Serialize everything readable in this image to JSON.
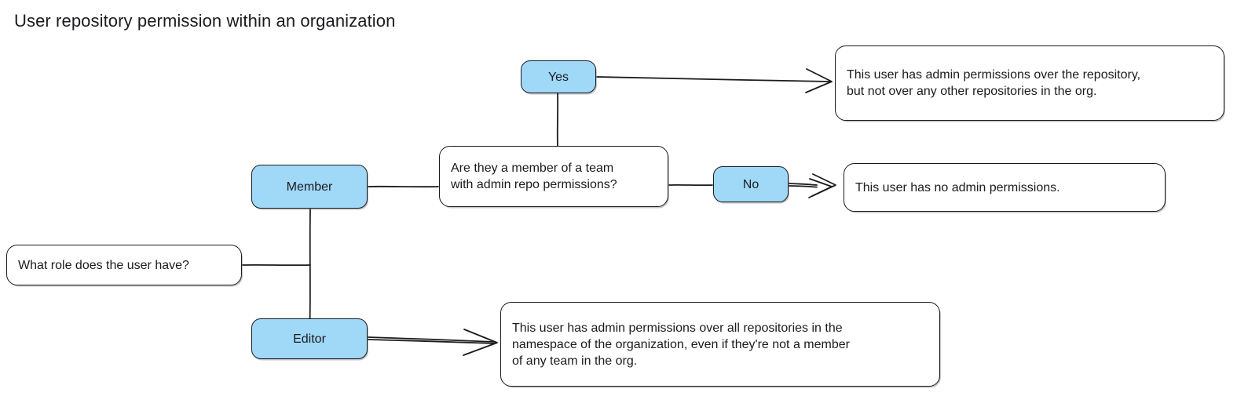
{
  "diagram": {
    "title": "User repository permission within an organization",
    "type": "flowchart",
    "style": "hand-drawn",
    "colors": {
      "role_node_fill": "#a0d8f8",
      "node_stroke": "#1b1b1f",
      "terminal_fill": "#ffffff",
      "background": "#ffffff",
      "text": "#1b1b1f"
    },
    "nodes": {
      "role_question": {
        "label": "What role does the user have?",
        "shape": "rounded-rect",
        "fill": "#ffffff"
      },
      "member": {
        "label": "Member",
        "shape": "rounded-rect",
        "fill": "#a0d8f8"
      },
      "editor": {
        "label": "Editor",
        "shape": "rounded-rect",
        "fill": "#a0d8f8"
      },
      "team_question": {
        "label": "Are they a member of a team\nwith admin repo permissions?",
        "shape": "rounded-rect",
        "fill": "#ffffff"
      },
      "yes": {
        "label": "Yes",
        "shape": "rounded-rect",
        "fill": "#a0d8f8"
      },
      "no": {
        "label": "No",
        "shape": "rounded-rect",
        "fill": "#a0d8f8"
      },
      "yes_outcome": {
        "label": "This user has admin permissions over the repository,\nbut not over any other repositories in the org.",
        "shape": "rounded-rect",
        "fill": "#ffffff"
      },
      "no_outcome": {
        "label": "This user has no admin permissions.",
        "shape": "rounded-rect",
        "fill": "#ffffff"
      },
      "editor_outcome": {
        "label": "This user has admin permissions over all repositories in the\nnamespace of the organization, even if they're not a member\nof any team in the org.",
        "shape": "rounded-rect",
        "fill": "#ffffff"
      }
    },
    "edges": [
      {
        "from": "role_question",
        "to": "role_trunk",
        "label": "",
        "arrow": false
      },
      {
        "from": "role_trunk",
        "to": "member",
        "label": "",
        "arrow": false
      },
      {
        "from": "role_trunk",
        "to": "editor",
        "label": "",
        "arrow": false
      },
      {
        "from": "member",
        "to": "team_question",
        "label": "",
        "arrow": false
      },
      {
        "from": "team_question",
        "to": "yes",
        "label": "",
        "arrow": false
      },
      {
        "from": "team_question",
        "to": "no",
        "label": "",
        "arrow": false
      },
      {
        "from": "yes",
        "to": "yes_outcome",
        "label": "",
        "arrow": true
      },
      {
        "from": "no",
        "to": "no_outcome",
        "label": "",
        "arrow": true
      },
      {
        "from": "editor",
        "to": "editor_outcome",
        "label": "",
        "arrow": true
      }
    ]
  }
}
